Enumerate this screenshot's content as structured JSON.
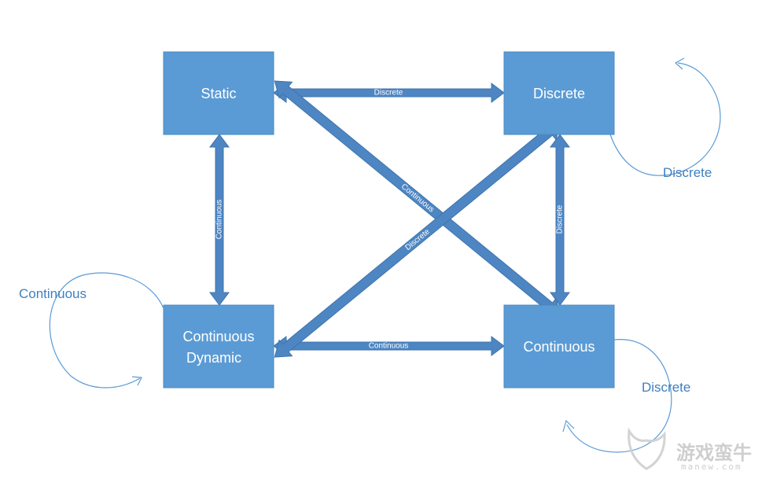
{
  "nodes": {
    "static": {
      "label": "Static"
    },
    "discrete": {
      "label": "Discrete"
    },
    "continuous_dynamic": {
      "line1": "Continuous",
      "line2": "Dynamic"
    },
    "continuous": {
      "label": "Continuous"
    }
  },
  "edges": {
    "static_discrete": "Discrete",
    "static_continuous_dynamic": "Continuous",
    "discrete_continuous": "Discrete",
    "continuous_dynamic_continuous": "Continuous",
    "diagonal_static_continuous": "Continuous",
    "diagonal_discrete_continuous_dynamic": "Discrete"
  },
  "self_loops": {
    "discrete": "Discrete",
    "continuous_dynamic": "Continuous",
    "continuous": "Discrete"
  },
  "watermark": {
    "text": "游戏蛮牛",
    "sub": "manew.com"
  },
  "colors": {
    "node_fill": "#5b9bd5",
    "arrow_fill": "#4e86c3",
    "loop_stroke": "#5b9bd5",
    "loop_label": "#3f7fbf"
  }
}
